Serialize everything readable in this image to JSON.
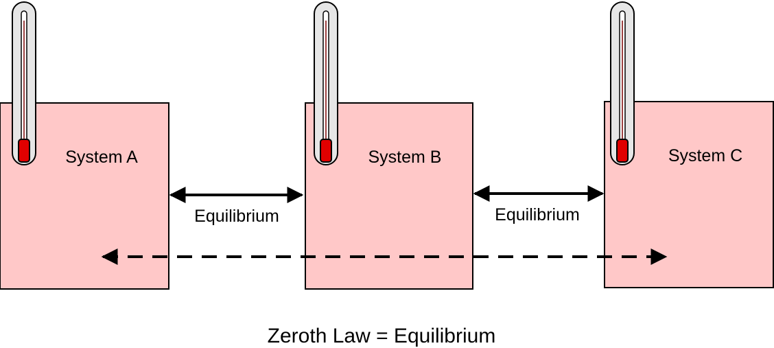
{
  "systems": [
    {
      "name": "System A"
    },
    {
      "name": "System B"
    },
    {
      "name": "System C"
    }
  ],
  "links": [
    {
      "label": "Equilibrium"
    },
    {
      "label": "Equilibrium"
    }
  ],
  "footer": {
    "text": "Zeroth Law = Equilibrium"
  },
  "colors": {
    "box_fill": "#ffc8c8",
    "box_stroke": "#000000",
    "thermo_tube": "#e6e6e6",
    "thermo_bulb": "#e00000",
    "arrow": "#000000"
  },
  "icons": {
    "thermometer": "thermometer-icon"
  }
}
